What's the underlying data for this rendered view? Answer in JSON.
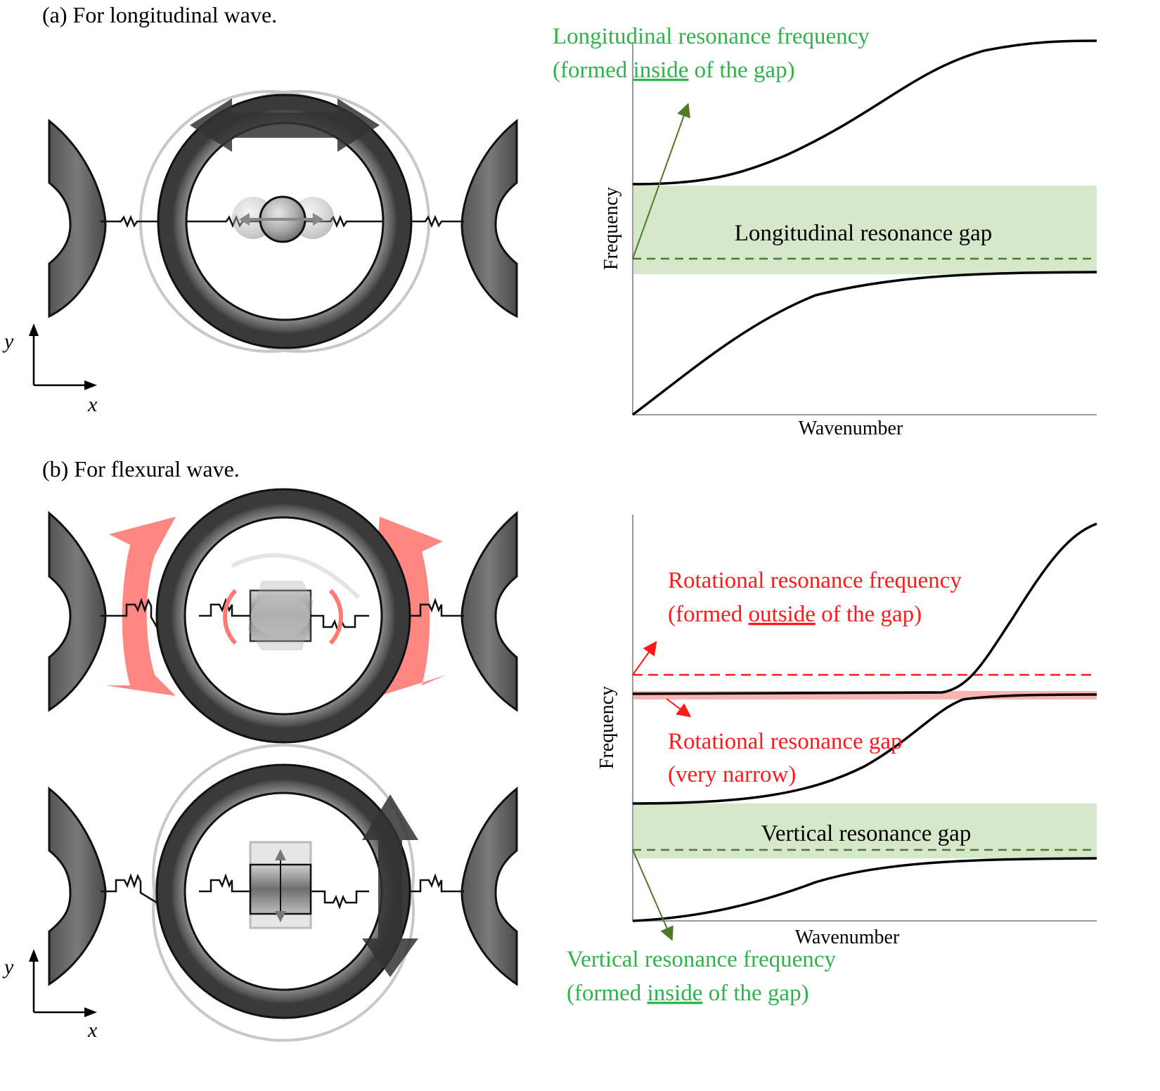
{
  "panel_a": {
    "title": "(a) For longitudinal wave.",
    "axis_x": "x",
    "axis_y": "y",
    "plot": {
      "ylabel": "Frequency",
      "xlabel": "Wavenumber",
      "freq_label_line1": "Longitudinal resonance frequency",
      "freq_label_line2_pre": "(formed ",
      "freq_label_line2_key": "inside",
      "freq_label_line2_post": " of the gap)",
      "gap_label": "Longitudinal resonance gap"
    }
  },
  "panel_b": {
    "title": "(b) For flexural wave.",
    "axis_x": "x",
    "axis_y": "y",
    "plot": {
      "ylabel": "Frequency",
      "xlabel": "Wavenumber",
      "rot_freq_line1": "Rotational resonance frequency",
      "rot_freq_line2_pre": "(formed ",
      "rot_freq_line2_key": "outside",
      "rot_freq_line2_post": " of the gap)",
      "rot_gap_line1": "Rotational resonance gap",
      "rot_gap_line2": "(very narrow)",
      "vert_gap_label": "Vertical resonance gap",
      "vert_freq_line1": "Vertical resonance frequency",
      "vert_freq_line2_pre": "(formed ",
      "vert_freq_line2_key": "inside",
      "vert_freq_line2_post": " of the gap)"
    }
  },
  "colors": {
    "green_text": "#2fb34a",
    "red_text": "#ff1a1a",
    "gap_fill": "#d5e8c9",
    "dashed_green": "#4d7a2a",
    "ring": "#666666",
    "arrow_red": "#ff7a73"
  }
}
